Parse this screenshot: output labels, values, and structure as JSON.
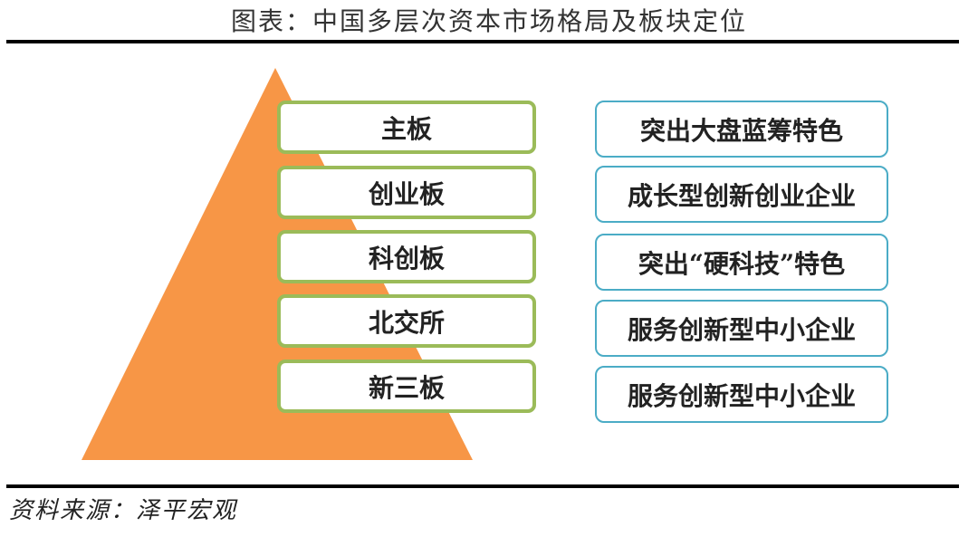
{
  "title": "图表：中国多层次资本市场格局及板块定位",
  "boards": [
    {
      "label": "主板",
      "position": "突出大盘蓝筹特色"
    },
    {
      "label": "创业板",
      "position": "成长型创新创业企业"
    },
    {
      "label": "科创板",
      "position": "突出“硬科技”特色"
    },
    {
      "label": "北交所",
      "position": "服务创新型中小企业"
    },
    {
      "label": "新三板",
      "position": "服务创新型中小企业"
    }
  ],
  "source": "资料来源：泽平宏观",
  "colors": {
    "pyramid": "#f79646",
    "board_border": "#9bbb59",
    "desc_border": "#4bacc6"
  }
}
